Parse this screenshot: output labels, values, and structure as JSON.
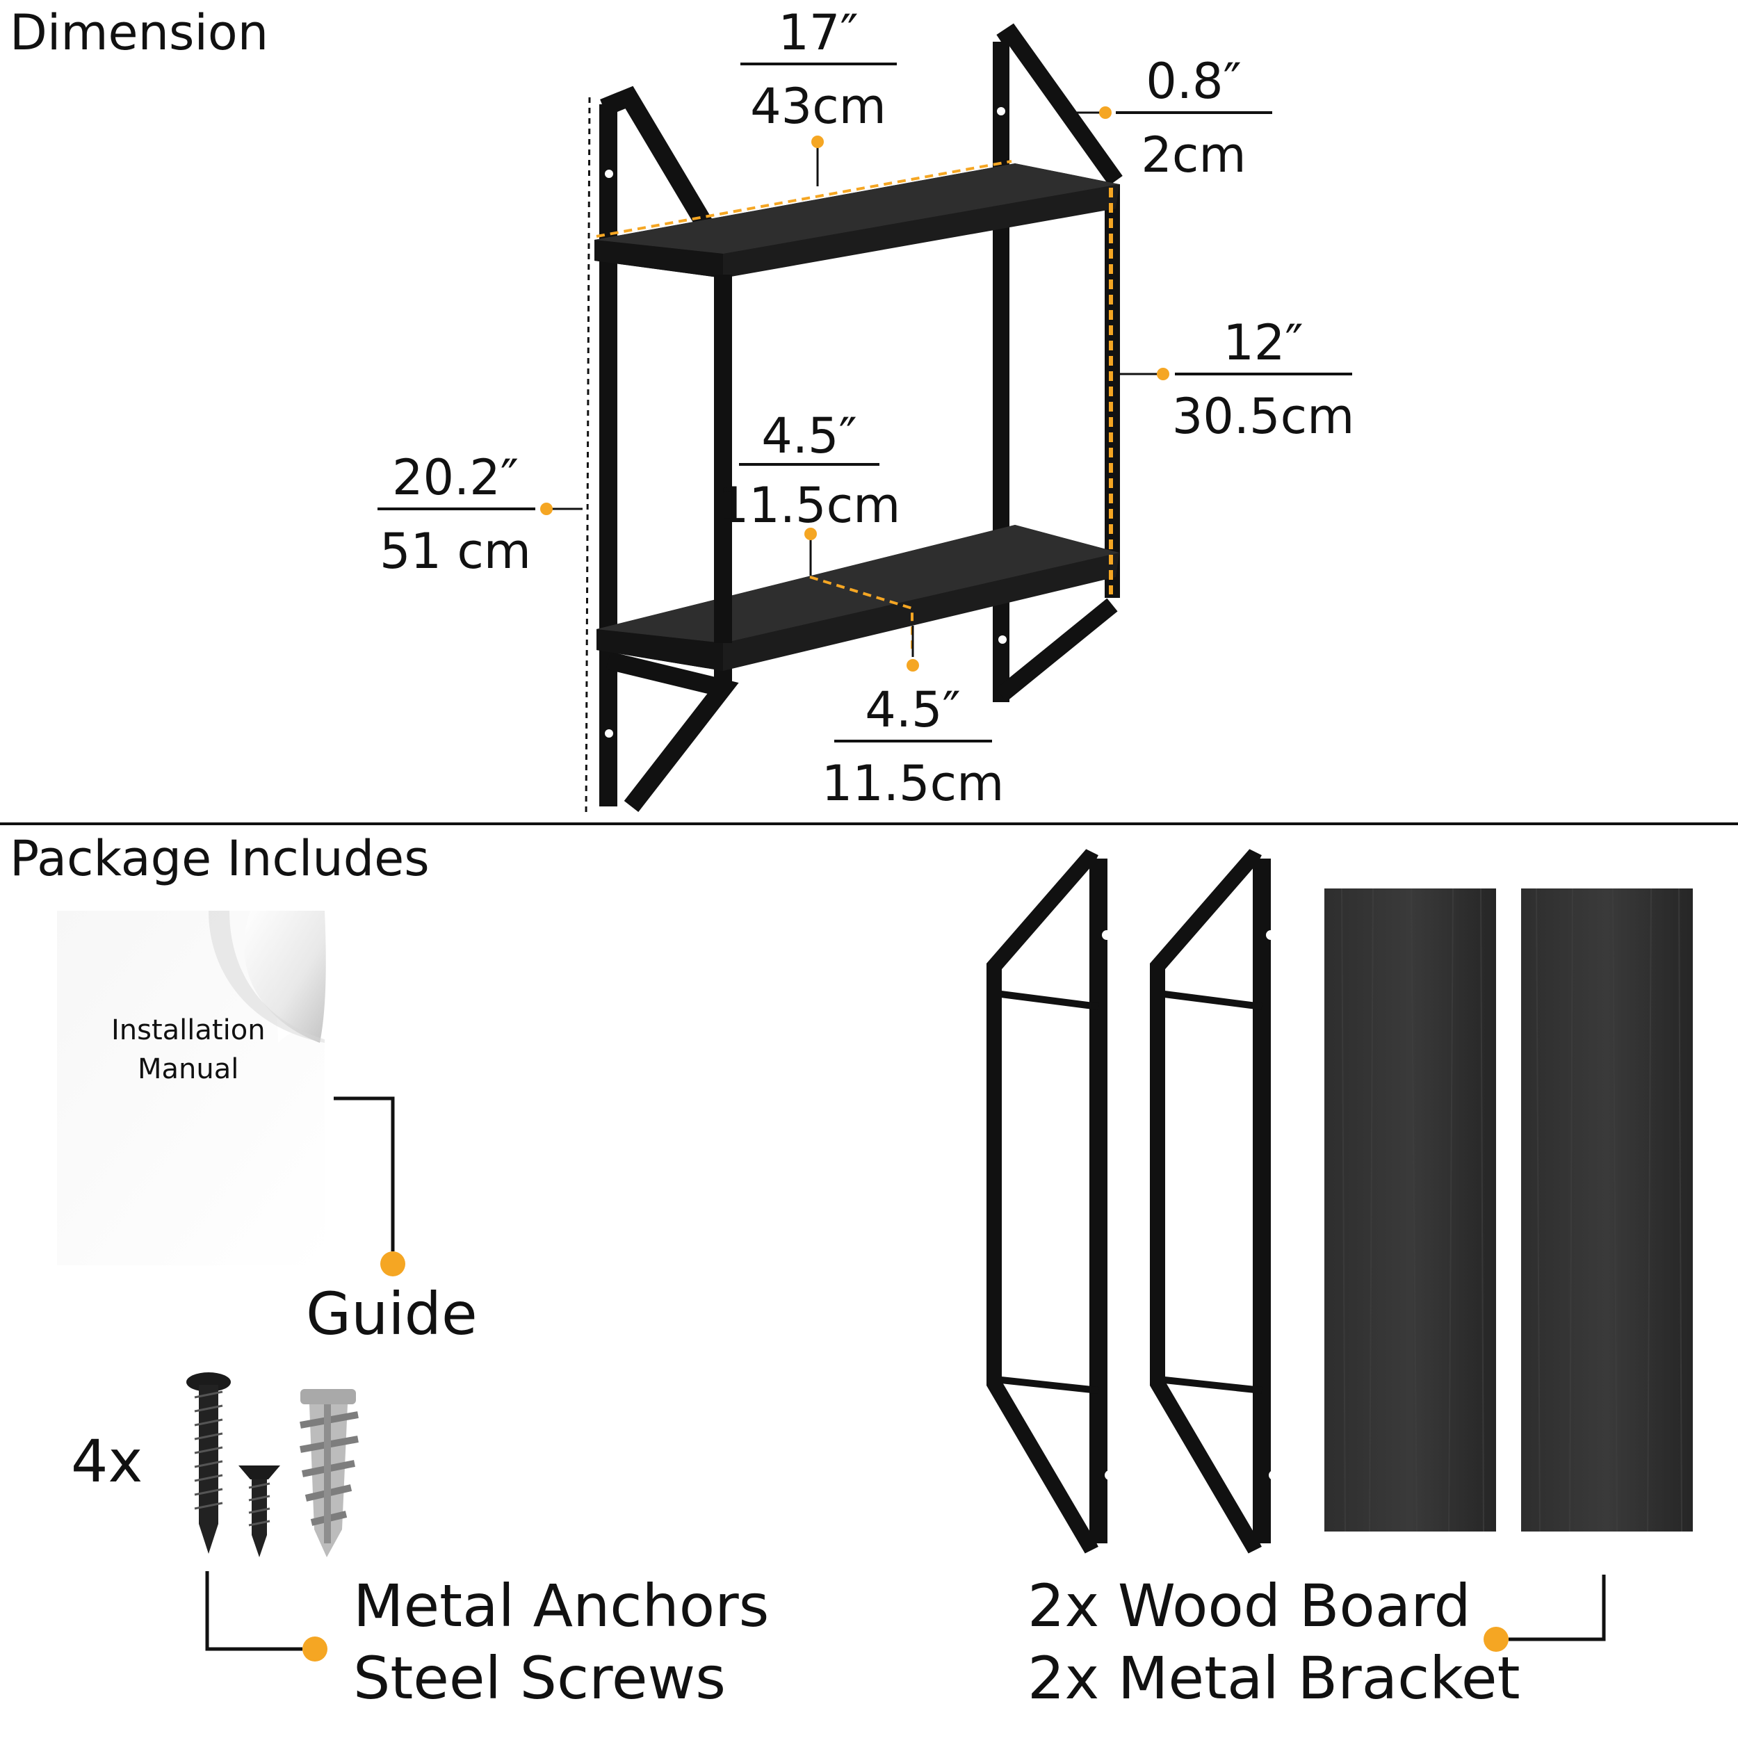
{
  "sections": {
    "dimension_title": "Dimension",
    "package_title": "Package Includes"
  },
  "dimensions": {
    "width_in": "17″",
    "width_cm": "43cm",
    "thickness_in": "0.8″",
    "thickness_cm": "2cm",
    "spacing_in": "12″",
    "spacing_cm": "30.5cm",
    "height_in": "20.2″",
    "height_cm": "51 cm",
    "depth_in": "4.5″",
    "depth_cm": "11.5cm",
    "depth2_in": "4.5″",
    "depth2_cm": "11.5cm"
  },
  "package": {
    "manual_text_line1": "Installation",
    "manual_text_line2": "Manual",
    "guide_label": "Guide",
    "quantity": "4x",
    "hardware_line1": "Metal Anchors",
    "hardware_line2": "Steel Screws",
    "parts_line1": "2x Wood Board",
    "parts_line2": "2x Metal Bracket"
  },
  "colors": {
    "accent": "#F5A623",
    "metal": "#111111",
    "wood": "#2b2b2b"
  }
}
